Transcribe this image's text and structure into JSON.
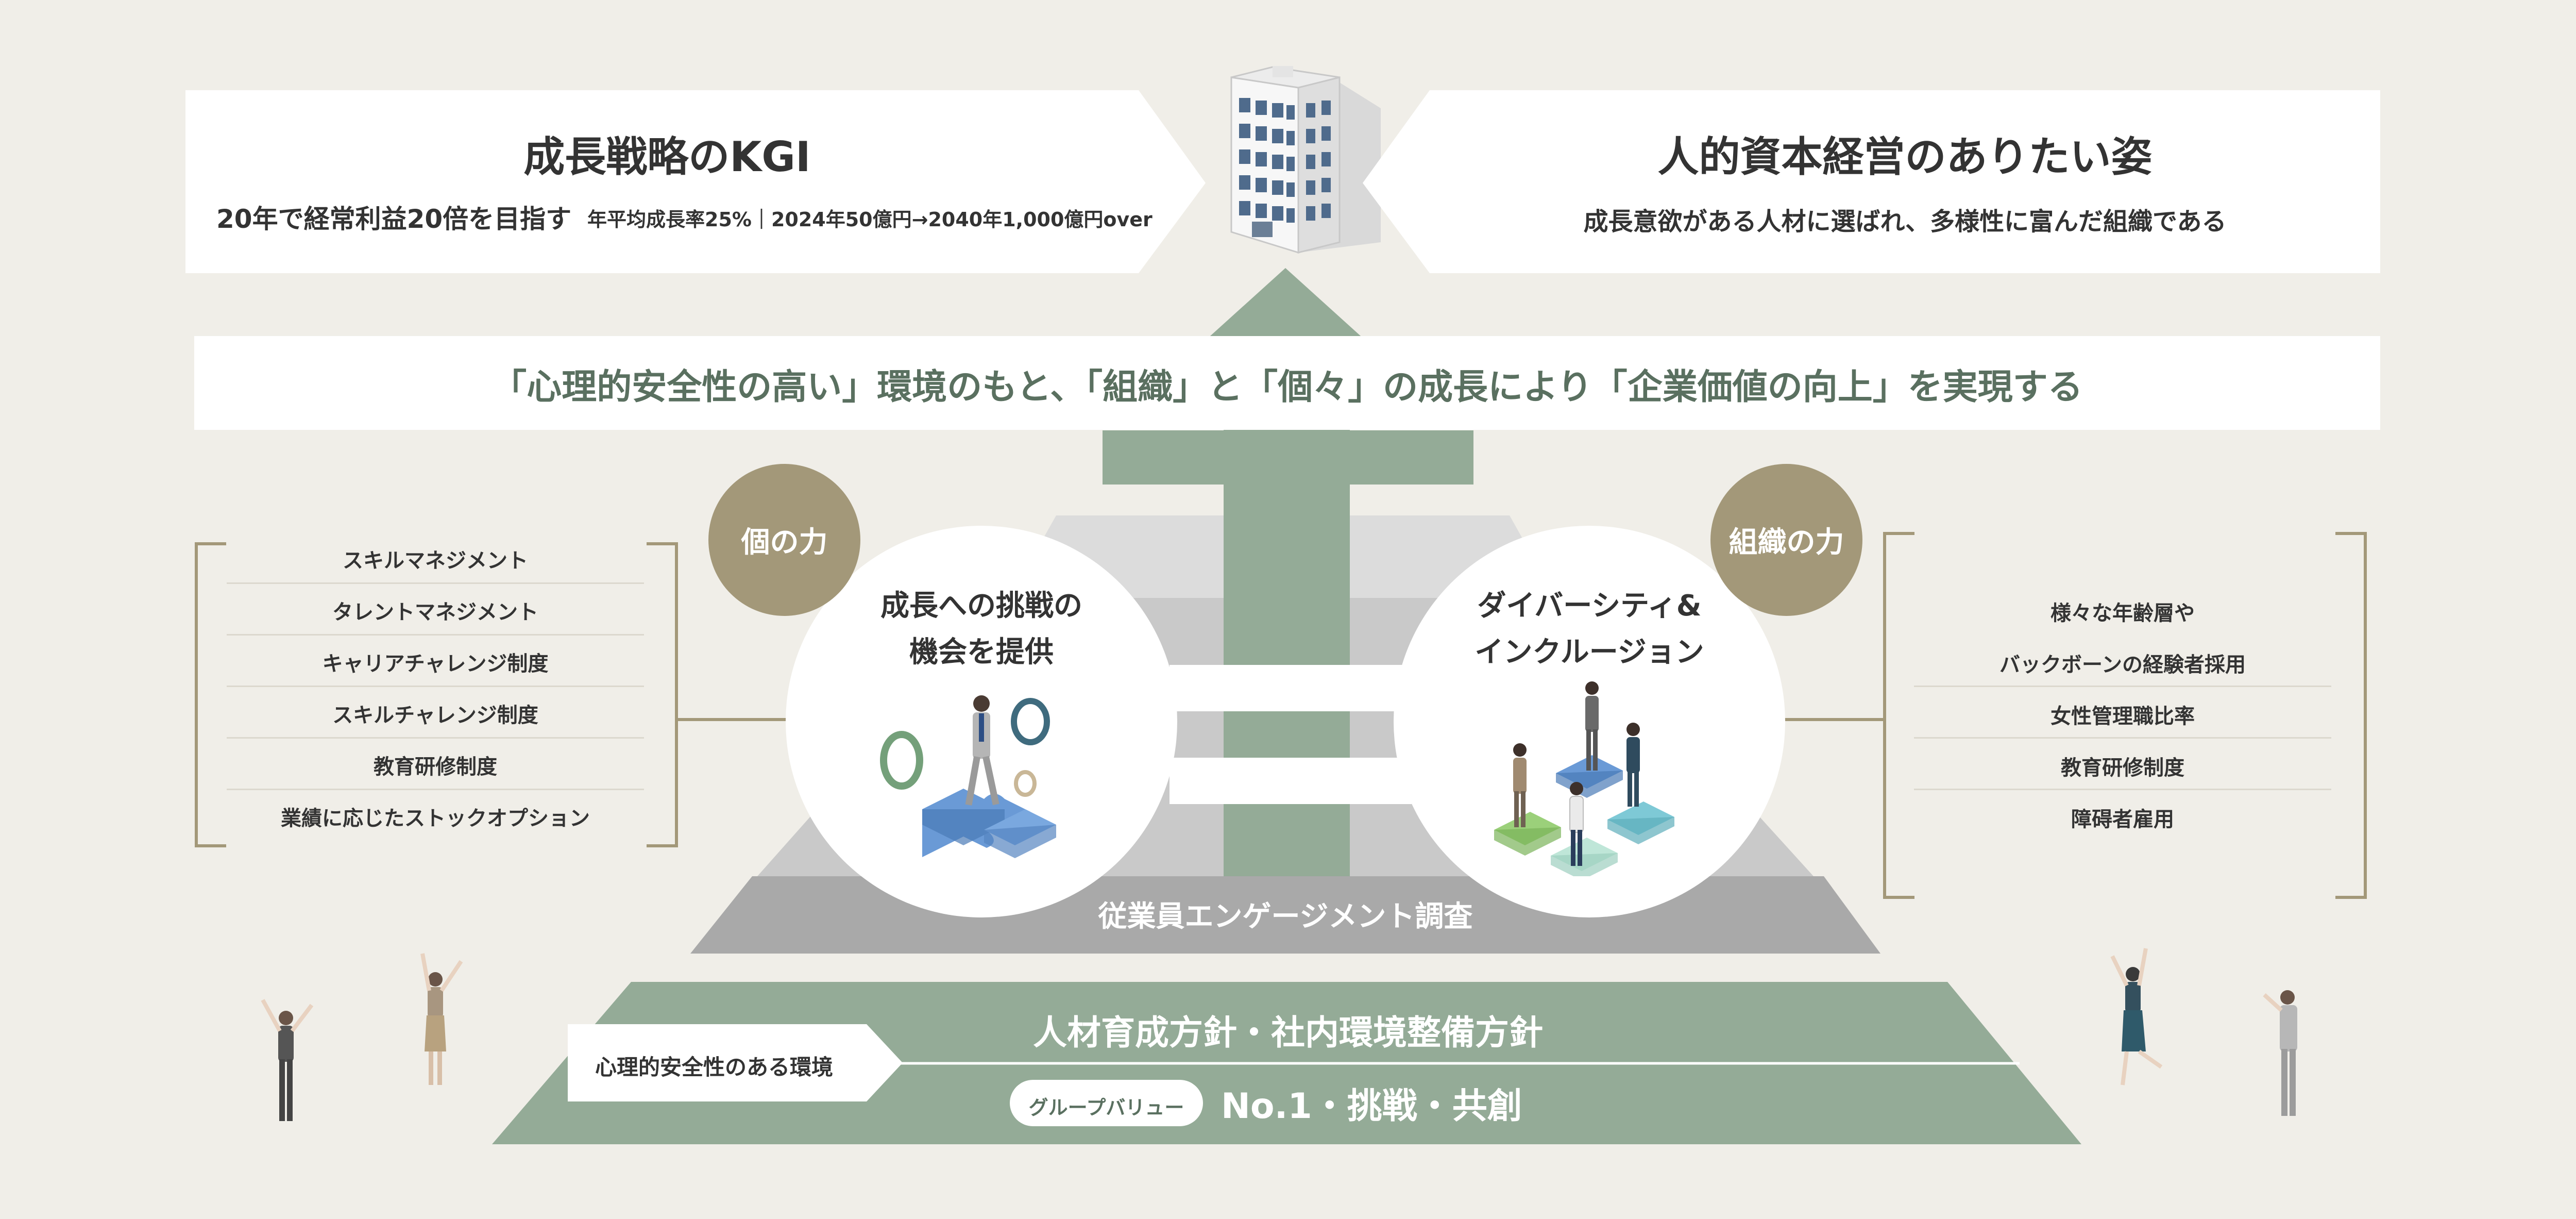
{
  "kgi": {
    "title": "成長戦略のKGI",
    "main": "20年で経常利益20倍を目指す",
    "detail": "年平均成長率25%｜2024年50億円→2040年1,000億円over"
  },
  "vision": {
    "title": "人的資本経営のありたい姿",
    "subtitle": "成長意欲がある人材に選ばれ、多様性に富んだ組織である"
  },
  "mission": "「心理的安全性の高い」環境のもと、「組織」と「個々」の成長により「企業価値の向上」を実現する",
  "individual": {
    "badge": "個の力",
    "circle_title_1": "成長への挑戦の",
    "circle_title_2": "機会を提供",
    "items": [
      "スキルマネジメント",
      "タレントマネジメント",
      "キャリアチャレンジ制度",
      "スキルチャレンジ制度",
      "教育研修制度",
      "業績に応じたストックオプション"
    ]
  },
  "organization": {
    "badge": "組織の力",
    "circle_title_1": "ダイバーシティ&",
    "circle_title_2": "インクルージョン",
    "items": [
      "様々な年齢層や",
      "バックボーンの経験者採用",
      "女性管理職比率",
      "教育研修制度",
      "障碍者雇用"
    ]
  },
  "engagement": "従業員エンゲージメント調査",
  "base": {
    "policy": "人材育成方針・社内環境整備方針",
    "safety_label": "心理的安全性のある環境",
    "values_label": "グループバリュー",
    "values": "No.1・挑戦・共創"
  },
  "colors": {
    "bg": "#f0eee8",
    "green": "#94ab97",
    "green_text": "#5a7060",
    "gold": "#a39879",
    "grey_dark": "#a9a9a9",
    "grey_mid": "#c9c9c9",
    "grey_light": "#dcdcdc"
  }
}
